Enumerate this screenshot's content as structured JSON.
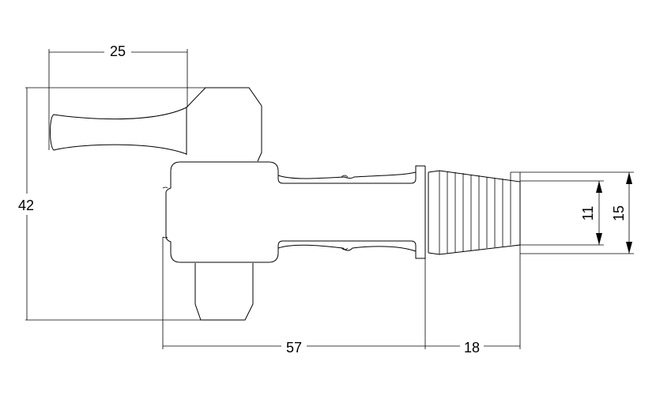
{
  "dimensions": {
    "handle_width": "25",
    "overall_height": "42",
    "body_length": "57",
    "thread_length": "18",
    "thread_inner_diameter": "11",
    "thread_outer_diameter": "15"
  }
}
